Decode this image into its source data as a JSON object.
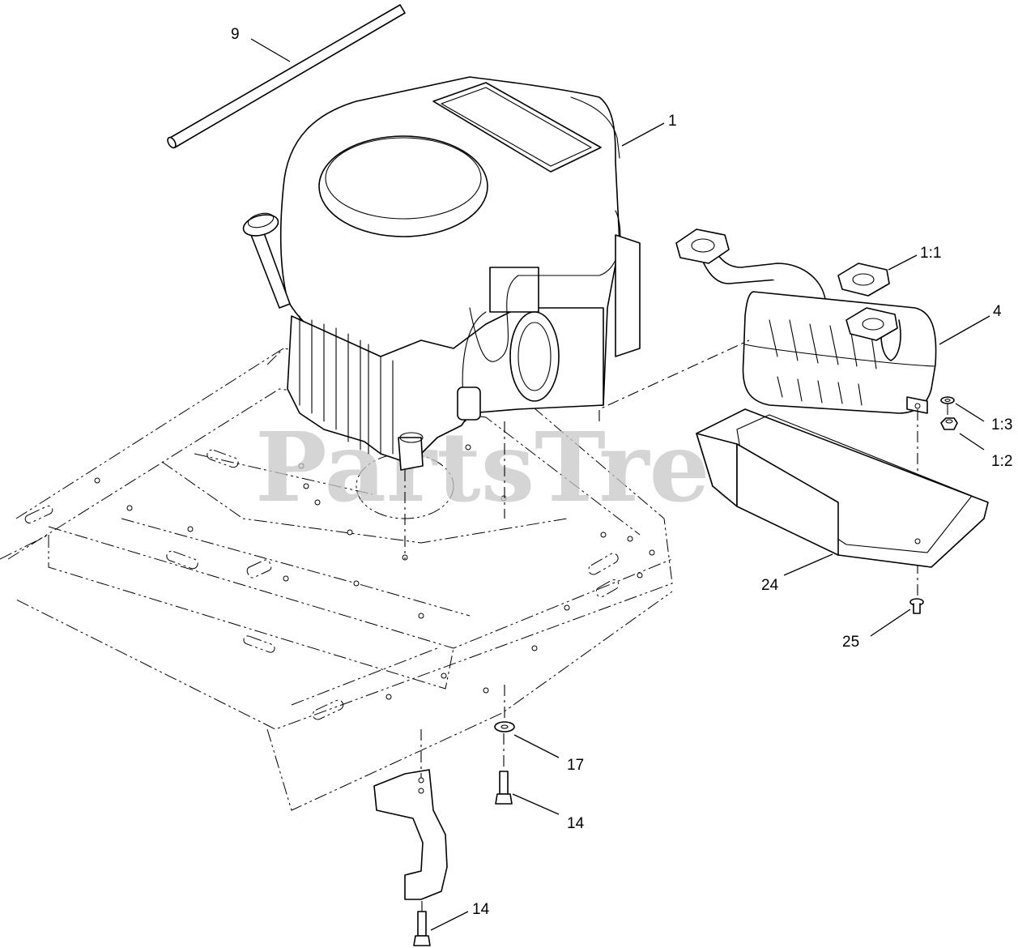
{
  "diagram": {
    "callouts": [
      "9",
      "1",
      "1:1",
      "4",
      "1:3",
      "1:2",
      "24",
      "25",
      "17",
      "14",
      "14"
    ],
    "watermark": "PartsTree",
    "watermark_tm": "™"
  }
}
